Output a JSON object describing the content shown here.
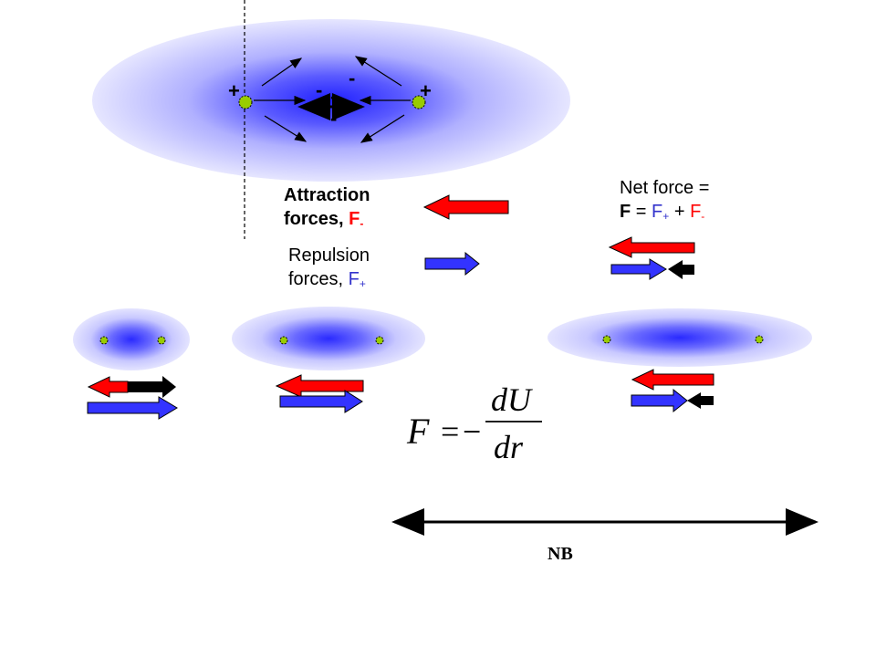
{
  "colors": {
    "attraction": "#ff0000",
    "repulsion": "#3333ff",
    "net": "#000000",
    "nucleus": "#99cc00",
    "cloud": "#3333ff"
  },
  "top_diagram": {
    "plus_left": "+",
    "plus_right": "+",
    "minus_symbols": [
      "-",
      "-",
      "-",
      "-"
    ]
  },
  "labels": {
    "attraction_line1": "Attraction",
    "attraction_line2": "forces,",
    "attraction_symbol": "F",
    "attraction_sub": "-",
    "repulsion_line1": "Repulsion",
    "repulsion_line2": "forces,",
    "repulsion_symbol": "F",
    "repulsion_sub": "+",
    "net_line1": "Net force =",
    "net_F": "F",
    "net_eq": "=",
    "net_plus": "+",
    "net_F_plus": "F",
    "net_sub_plus": "+",
    "net_F_minus": "F",
    "net_sub_minus": "-"
  },
  "formula": {
    "lhs": "F",
    "eq": "=",
    "sign": "−",
    "numerator": "dU",
    "denominator": "dr"
  },
  "nb_label": "NB"
}
